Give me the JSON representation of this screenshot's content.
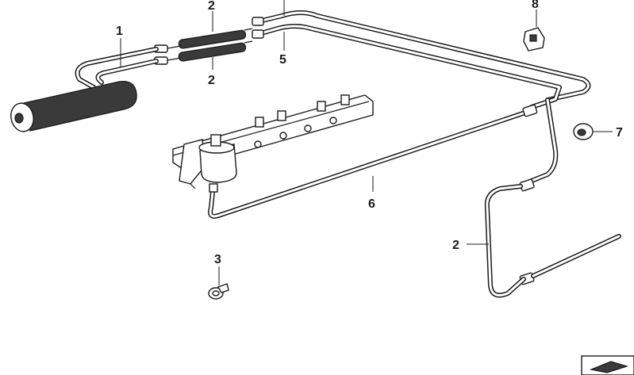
{
  "callouts": {
    "c1": "1",
    "c2_top": "2",
    "c2_mid": "2",
    "c2_right": "2",
    "c3": "3",
    "c5": "5",
    "c6": "6",
    "c7": "7",
    "c8": "8"
  },
  "colors": {
    "line": "#1a1a1a",
    "hose_fill": "#3a3a3a",
    "background": "#ffffff"
  }
}
